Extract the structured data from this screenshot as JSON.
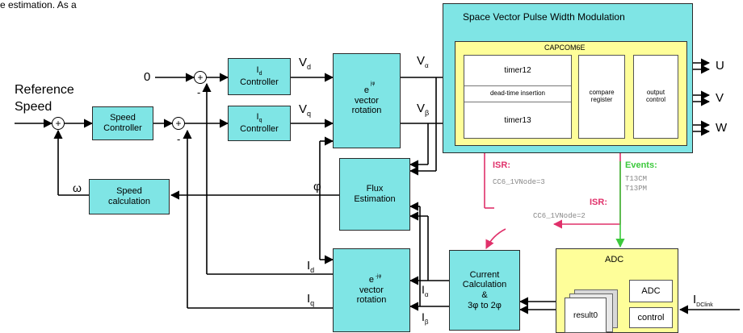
{
  "intro_text": "e estimation. As a",
  "reference_speed": [
    "Reference",
    "Speed"
  ],
  "zero_input": "0",
  "blocks": {
    "speed_controller": "Speed\nController",
    "id_controller_sym": "I",
    "id_controller_sub": "d",
    "id_controller_text": "Controller",
    "iq_controller_sym": "I",
    "iq_controller_sub": "q",
    "iq_controller_text": "Controller",
    "park_inverse": "e\nvector\nrotation",
    "park_inverse_exp": "jφ",
    "speed_calc": "Speed\ncalculation",
    "flux_est": "Flux\nEstimation",
    "park_forward": "e\nvector\nrotation",
    "park_forward_exp": "-jφ",
    "current_calc": "Current\nCalculation\n&\n3φ to 2φ"
  },
  "signals": {
    "vd": "V",
    "vd_sub": "d",
    "vq": "V",
    "vq_sub": "q",
    "valpha": "V",
    "valpha_sub": "α",
    "vbeta": "V",
    "vbeta_sub": "β",
    "omega": "ω",
    "phi": "φ",
    "id": "I",
    "id_sub": "d",
    "iq": "I",
    "iq_sub": "q",
    "ialpha": "I",
    "ialpha_sub": "α",
    "ibeta": "I",
    "ibeta_sub": "β",
    "idclink": "I",
    "idclink_sub": "DClink"
  },
  "minus": "-",
  "plus": "+",
  "svpwm": {
    "title": "Space Vector Pulse Width Modulation",
    "capcom_title": "CAPCOM6E",
    "timer12": "timer12",
    "deadtime": "dead-time insertion",
    "timer13": "timer13",
    "compare": "compare\nregister",
    "output": "output\ncontrol",
    "outputs": [
      "U",
      "V",
      "W"
    ]
  },
  "isr1": {
    "label": "ISR:",
    "value": "CC6_1VNode=3"
  },
  "isr2": {
    "label": "ISR:",
    "value": "CC6_1VNode=2"
  },
  "events": {
    "label": "Events:",
    "values": [
      "T13CM",
      "T13PM"
    ]
  },
  "adc": {
    "title": "ADC",
    "adc_block": "ADC",
    "result": "result0",
    "control": "control"
  },
  "colors": {
    "cyan": "#7fe5e5",
    "yellow": "#fefe99",
    "isr": "#e0306a",
    "events": "#3cc93c"
  }
}
